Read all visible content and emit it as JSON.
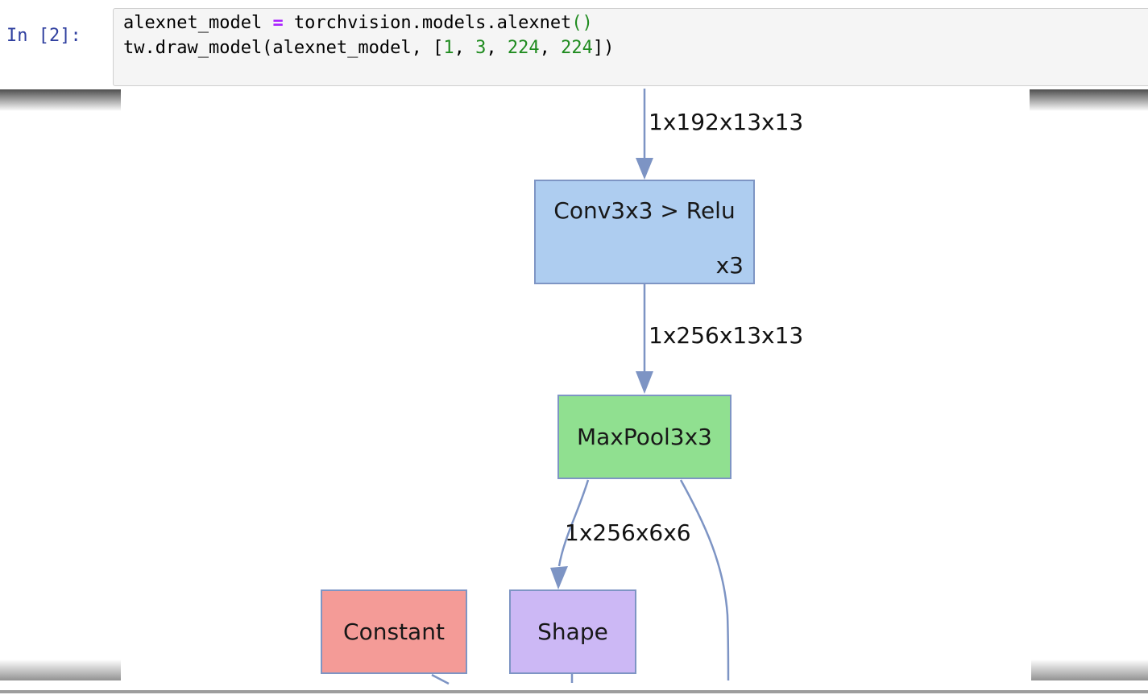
{
  "cell": {
    "prompt": "In [2]:",
    "code": {
      "l1_a": "alexnet_model ",
      "l1_op": "=",
      "l1_b": " torchvision.models.alexnet",
      "l1_paren": "()",
      "l2_a": "tw.draw_model(alexnet_model, [",
      "l2_n1": "1",
      "l2_c1": ", ",
      "l2_n2": "3",
      "l2_c2": ", ",
      "l2_n3": "224",
      "l2_c3": ", ",
      "l2_n4": "224",
      "l2_b": "])"
    }
  },
  "diagram": {
    "edges": {
      "label1": "1x192x13x13",
      "label2": "1x256x13x13",
      "label3": "1x256x6x6"
    },
    "nodes": {
      "conv": {
        "label": "Conv3x3 > Relu",
        "sublabel": "x3",
        "fill": "#aecdf0"
      },
      "maxpool": {
        "label": "MaxPool3x3",
        "fill": "#90e090"
      },
      "constant": {
        "label": "Constant",
        "fill": "#f49b97"
      },
      "shape": {
        "label": "Shape",
        "fill": "#ccb8f5"
      }
    },
    "colors": {
      "edge": "#7d94c4",
      "node_border": "#7e95c4",
      "prompt_blue": "#2f3f9f",
      "operator_purple": "#aa22ff",
      "number_green": "#1f8b1f"
    }
  }
}
